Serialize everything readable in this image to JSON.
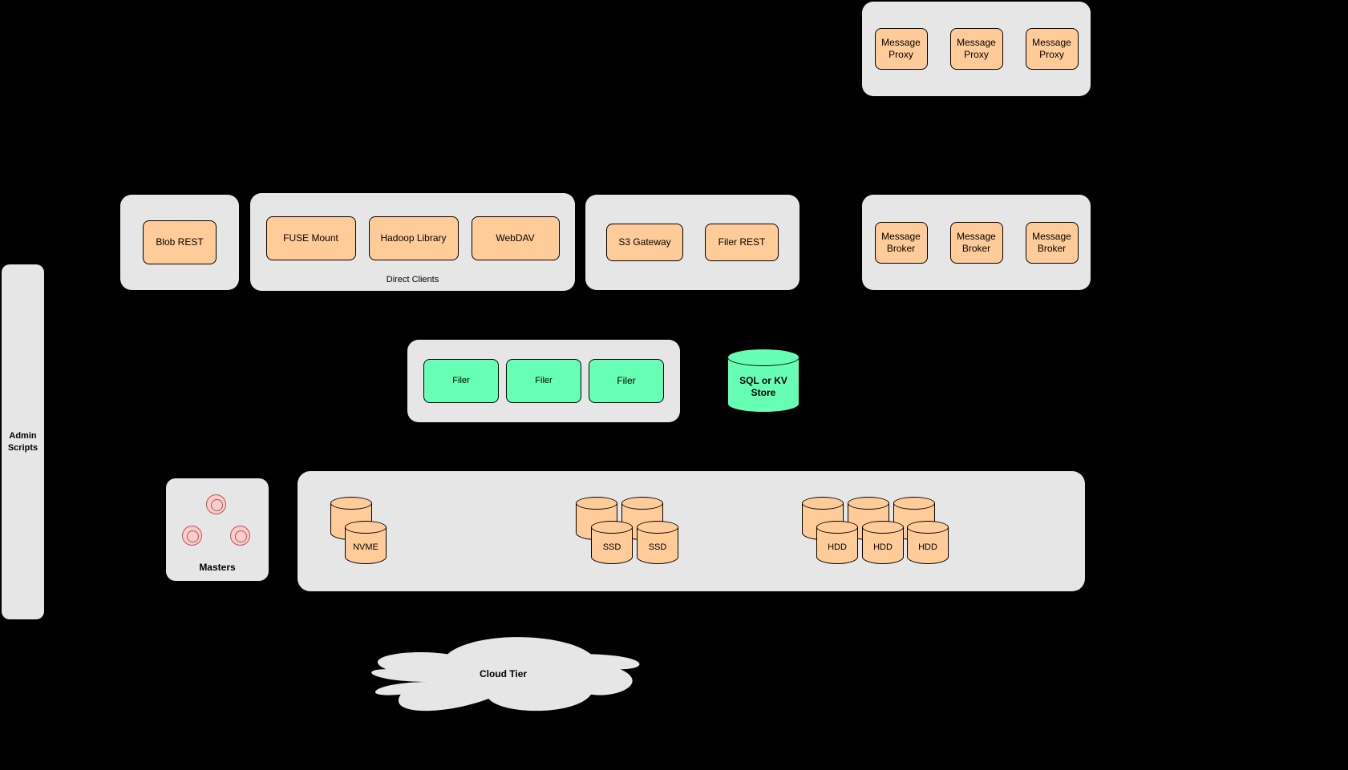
{
  "diagram": {
    "colors": {
      "background": "#000000",
      "container": "#e6e6e6",
      "node_orange": "#ffcc99",
      "node_green": "#66ffb3",
      "node_pink": "#f8cecc",
      "pink_stroke": "#b85450",
      "stroke": "#000000"
    },
    "message_proxies": {
      "items": [
        "Message Proxy",
        "Message Proxy",
        "Message Proxy"
      ]
    },
    "blob_rest": {
      "label": "Blob REST"
    },
    "direct_clients": {
      "caption": "Direct Clients",
      "items": [
        "FUSE Mount",
        "Hadoop Library",
        "WebDAV"
      ]
    },
    "gateways": {
      "items": [
        "S3 Gateway",
        "Filer REST"
      ]
    },
    "message_brokers": {
      "items": [
        "Message Broker",
        "Message Broker",
        "Message Broker"
      ]
    },
    "admin_scripts": {
      "label": "Admin Scripts"
    },
    "filers": {
      "items": [
        "Filer",
        "Filer",
        "Filer"
      ]
    },
    "metadata_store": {
      "label": "SQL or KV Store"
    },
    "masters": {
      "label": "Masters"
    },
    "volume_servers": {
      "nvme_label": "NVME",
      "ssd_labels": [
        "SSD",
        "SSD"
      ],
      "hdd_labels": [
        "HDD",
        "HDD",
        "HDD"
      ]
    },
    "cloud_tier": {
      "label": "Cloud Tier"
    }
  }
}
